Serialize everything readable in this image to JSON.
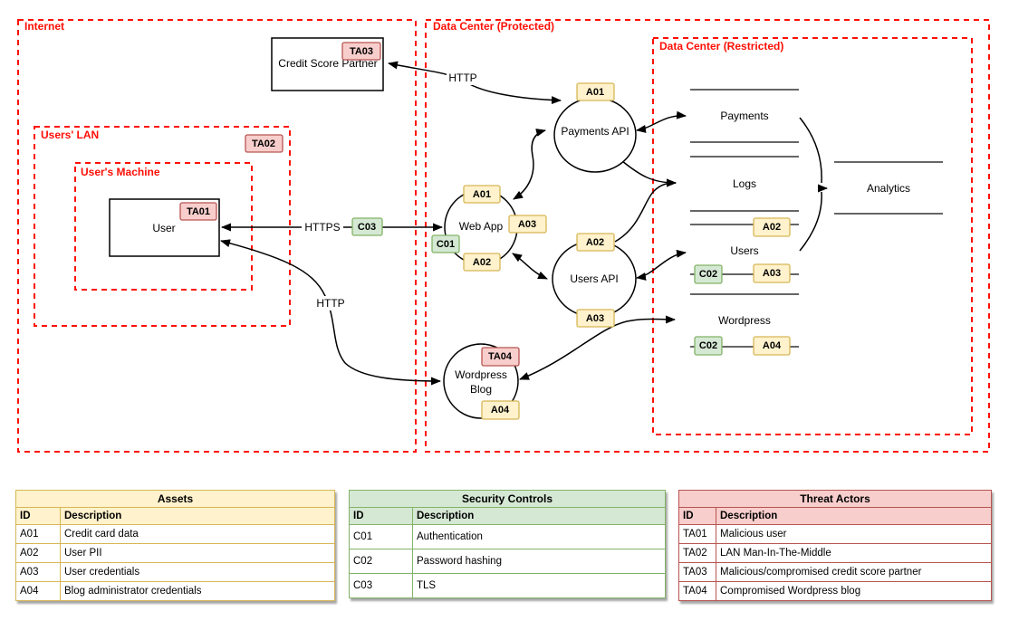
{
  "colors": {
    "boundary_red": "#ff0f05",
    "yellow_fill": "#fff2cc",
    "yellow_border": "#d6b656",
    "green_fill": "#d5e8d4",
    "green_border": "#82b366",
    "pink_fill": "#f8cecc",
    "pink_border": "#b85450",
    "store_line": "#666666"
  },
  "diagram": {
    "boundaries": {
      "internet": "Internet",
      "protected": "Data Center (Protected)",
      "restricted": "Data Center (Restricted)",
      "lan": "Users' LAN",
      "machine": "User's Machine"
    },
    "nodes": {
      "credit_score_partner": "Credit Score Partner",
      "user": "User",
      "web_app": "Web App",
      "payments_api": "Payments API",
      "users_api": "Users API",
      "wordpress_blog_line1": "Wordpress",
      "wordpress_blog_line2": "Blog"
    },
    "stores": {
      "payments": "Payments",
      "logs": "Logs",
      "users": "Users",
      "wordpress": "Wordpress",
      "analytics": "Analytics"
    },
    "flow_labels": {
      "http_credit": "HTTP",
      "https_user": "HTTPS",
      "http_blog": "HTTP"
    },
    "badges": {
      "ta01": "TA01",
      "ta02": "TA02",
      "ta03": "TA03",
      "ta04": "TA04",
      "a01": "A01",
      "a02": "A02",
      "a03": "A03",
      "a04": "A04",
      "c01": "C01",
      "c02": "C02",
      "c03": "C03"
    }
  },
  "tables": {
    "assets": {
      "title": "Assets",
      "columns": [
        "ID",
        "Description"
      ],
      "rows": [
        [
          "A01",
          "Credit card data"
        ],
        [
          "A02",
          "User PII"
        ],
        [
          "A03",
          "User credentials"
        ],
        [
          "A04",
          "Blog administrator credentials"
        ]
      ]
    },
    "controls": {
      "title": "Security Controls",
      "columns": [
        "ID",
        "Description"
      ],
      "rows": [
        [
          "C01",
          "Authentication"
        ],
        [
          "C02",
          "Password hashing"
        ],
        [
          "C03",
          "TLS"
        ]
      ]
    },
    "actors": {
      "title": "Threat Actors",
      "columns": [
        "ID",
        "Description"
      ],
      "rows": [
        [
          "TA01",
          "Malicious user"
        ],
        [
          "TA02",
          "LAN Man-In-The-Middle"
        ],
        [
          "TA03",
          "Malicious/compromised credit score partner"
        ],
        [
          "TA04",
          "Compromised Wordpress blog"
        ]
      ]
    }
  }
}
